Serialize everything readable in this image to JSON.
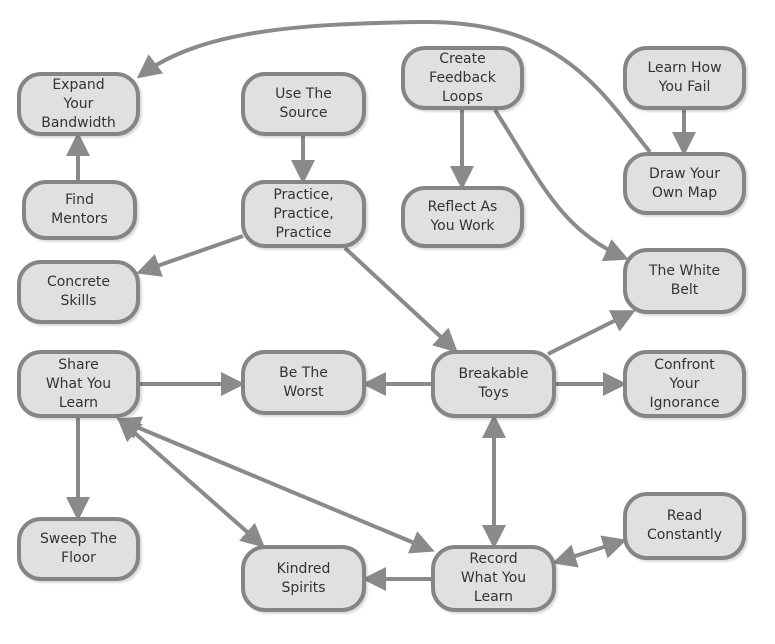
{
  "colors": {
    "node_fill": "#e0e0e0",
    "node_border": "#858585",
    "edge": "#8a8a8a",
    "text": "#333333"
  },
  "nodes": {
    "expand": "Expand\nYour\nBandwidth",
    "use_source": "Use The\nSource",
    "feedback": "Create\nFeedback\nLoops",
    "learn_fail": "Learn How\nYou Fail",
    "mentors": "Find\nMentors",
    "practice": "Practice,\nPractice,\nPractice",
    "reflect": "Reflect As\nYou Work",
    "own_map": "Draw Your\nOwn Map",
    "concrete": "Concrete\nSkills",
    "white_belt": "The White\nBelt",
    "share": "Share\nWhat You\nLearn",
    "worst": "Be The\nWorst",
    "toys": "Breakable\nToys",
    "confront": "Confront\nYour\nIgnorance",
    "read": "Read\nConstantly",
    "sweep": "Sweep The\nFloor",
    "kindred": "Kindred\nSpirits",
    "record": "Record\nWhat You\nLearn"
  },
  "edges": [
    {
      "from": "mentors",
      "to": "expand"
    },
    {
      "from": "use_source",
      "to": "practice"
    },
    {
      "from": "feedback",
      "to": "reflect"
    },
    {
      "from": "learn_fail",
      "to": "own_map"
    },
    {
      "from": "own_map",
      "to": "expand"
    },
    {
      "from": "feedback",
      "to": "white_belt"
    },
    {
      "from": "practice",
      "to": "concrete"
    },
    {
      "from": "practice",
      "to": "toys"
    },
    {
      "from": "toys",
      "to": "white_belt"
    },
    {
      "from": "toys",
      "to": "worst"
    },
    {
      "from": "toys",
      "to": "confront"
    },
    {
      "from": "share",
      "to": "worst"
    },
    {
      "from": "share",
      "to": "sweep"
    },
    {
      "from": "toys",
      "to": "record",
      "both": true
    },
    {
      "from": "record",
      "to": "read",
      "both": true
    },
    {
      "from": "record",
      "to": "kindred"
    },
    {
      "from": "record",
      "to": "share",
      "both": true
    },
    {
      "from": "kindred",
      "to": "share",
      "both": true
    }
  ]
}
